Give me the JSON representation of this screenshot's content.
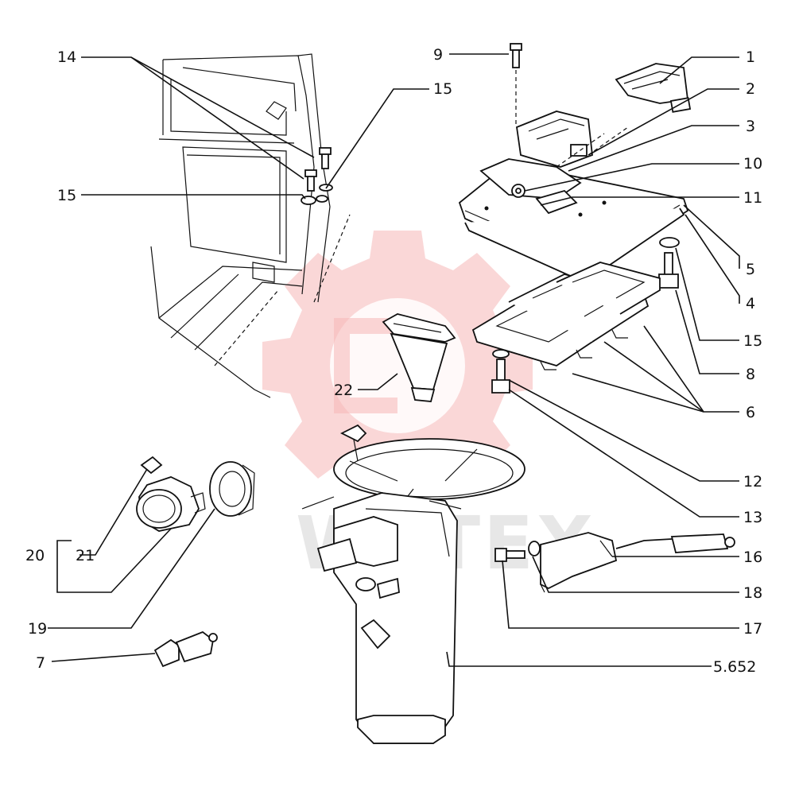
{
  "labels": {
    "l1": "1",
    "l2": "2",
    "l3": "3",
    "l4": "4",
    "l5": "5",
    "l6": "6",
    "l7": "7",
    "l8": "8",
    "l9": "9",
    "l10": "10",
    "l11": "11",
    "l12": "12",
    "l13": "13",
    "l14": "14",
    "l15a": "15",
    "l15b": "15",
    "l15c": "15",
    "l16": "16",
    "l17": "17",
    "l18": "18",
    "l19": "19",
    "l20": "20",
    "l21": "21",
    "l22": "22",
    "l5652": "5.652"
  },
  "watermark": {
    "text": "WATEX",
    "color": "#f6b6b6"
  }
}
